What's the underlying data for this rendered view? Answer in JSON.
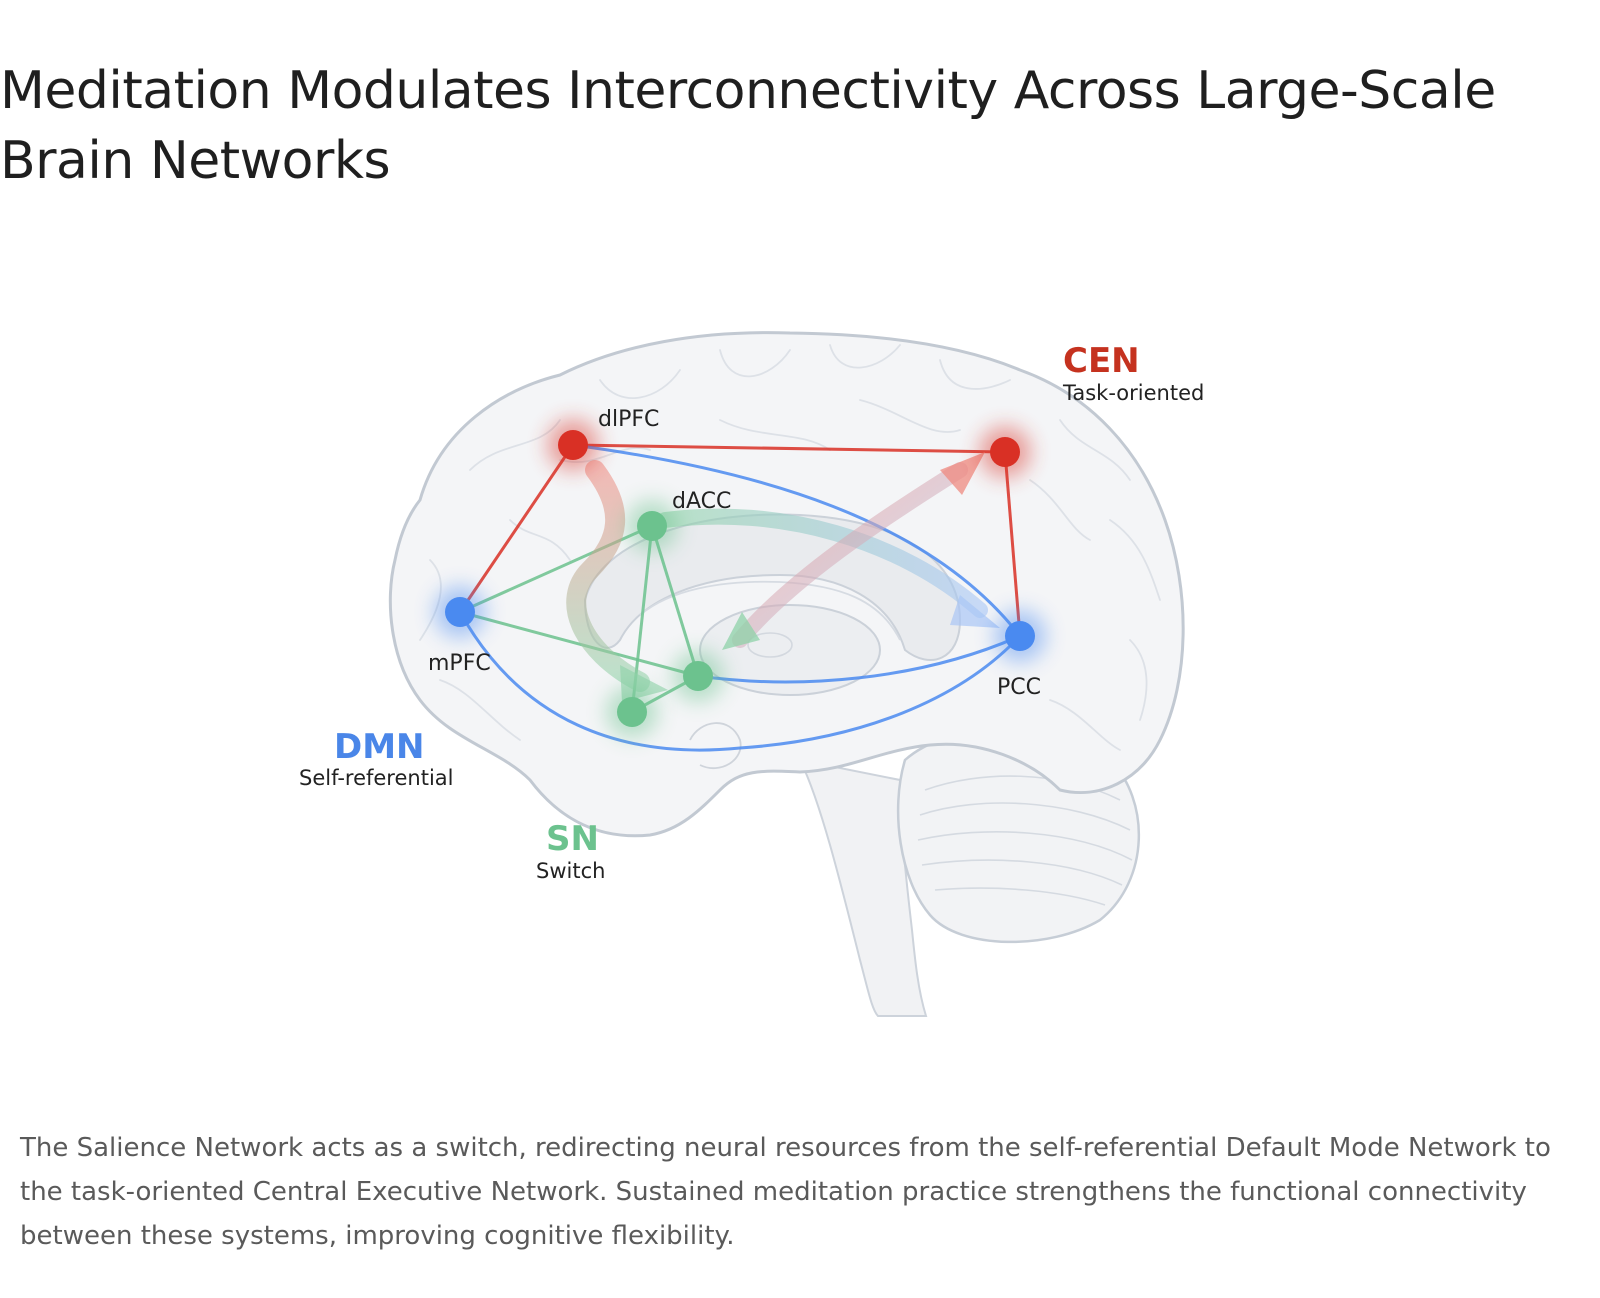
{
  "title": "Meditation Modulates Interconnectivity Across Large-Scale Brain Networks",
  "caption": "The Salience Network acts as a switch, redirecting neural resources from the self-referential Default Mode Network to the task-oriented Central Executive Network. Sustained meditation practice strengthens the functional connectivity between these systems, improving cognitive flexibility.",
  "colors": {
    "cen": "#d93025",
    "dmn": "#4a8af0",
    "sn": "#6cc28e",
    "brain_fill": "#f4f5f7",
    "brain_outline": "#c6cdd6"
  },
  "networks": {
    "cen": {
      "name": "CEN",
      "description": "Task-oriented"
    },
    "dmn": {
      "name": "DMN",
      "description": "Self-referential"
    },
    "sn": {
      "name": "SN",
      "description": "Switch"
    }
  },
  "nodes": {
    "dlpfc": {
      "label": "dlPFC"
    },
    "dacc": {
      "label": "dACC"
    },
    "mpfc": {
      "label": "mPFC"
    },
    "pcc": {
      "label": "PCC"
    }
  }
}
